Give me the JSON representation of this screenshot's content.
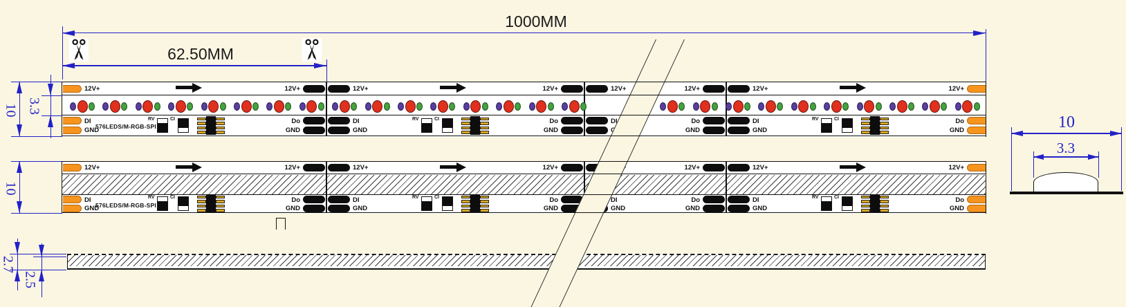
{
  "drawing": {
    "total_length": "1000MM",
    "cut_length": "62.50MM",
    "strip1_height": "10",
    "led_band_height": "3.3",
    "strip2_height": "10",
    "side_total_thickness": "2.7",
    "side_inner_thickness": "2.5",
    "section_width": "10",
    "section_dome_width": "3.3",
    "pi_mark": "Π"
  },
  "strip_labels": {
    "power": "12V+",
    "data_in": "DI",
    "data_out": "Do",
    "ground": "GND",
    "spec": "576LEDS/M-RGB-SPI",
    "resistor": "RV",
    "capacitor": "CI"
  },
  "colors": {
    "background": "#FBF6E2",
    "dim_blue": "#2222C8",
    "pad_orange": "#F6941E",
    "led_red": "#E0301E",
    "led_green": "#44A33F",
    "led_blue": "#5A3F9E",
    "pin_gold": "#D8A520",
    "line_black": "#111111"
  }
}
